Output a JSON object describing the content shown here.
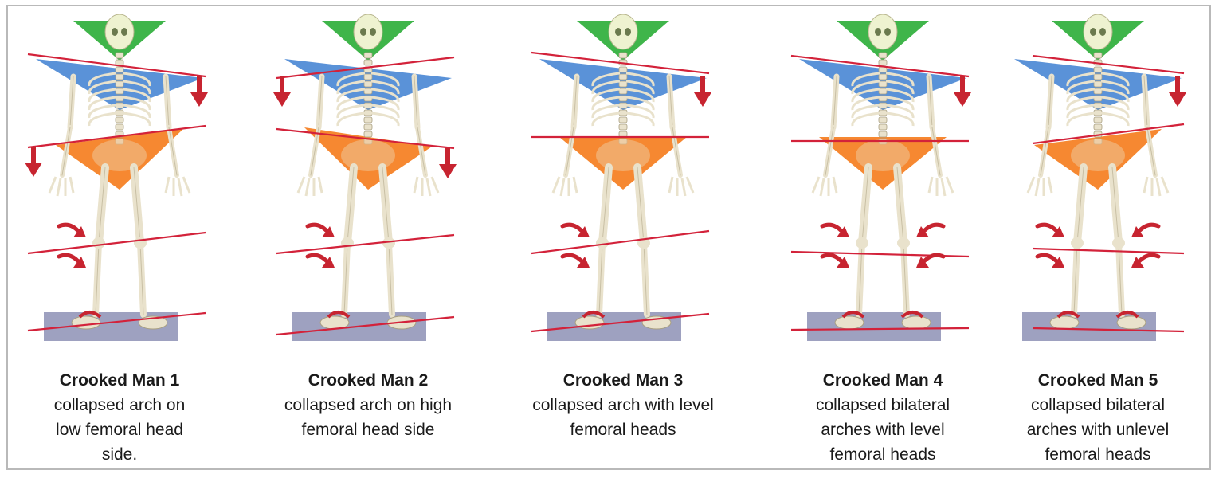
{
  "figures": [
    {
      "title": "Crooked Man 1",
      "description": "collapsed arch on low femoral head side."
    },
    {
      "title": "Crooked Man 2",
      "description": "collapsed arch on high femoral head side"
    },
    {
      "title": "Crooked Man 3",
      "description": "collapsed arch with level femoral heads"
    },
    {
      "title": "Crooked Man 4",
      "description": "collapsed bilateral arches with level femoral heads"
    },
    {
      "title": "Crooked Man 5",
      "description": "collapsed bilateral arches with unlevel femoral heads"
    }
  ],
  "colors": {
    "head_triangle": "#3fb54a",
    "shoulder_triangle": "#3d7fd1",
    "pelvis_triangle": "#f57e1f",
    "tilt_line": "#d3223a",
    "arrow": "#c72430",
    "floor": "#8d91b5",
    "bone": "#e9e2cc"
  }
}
